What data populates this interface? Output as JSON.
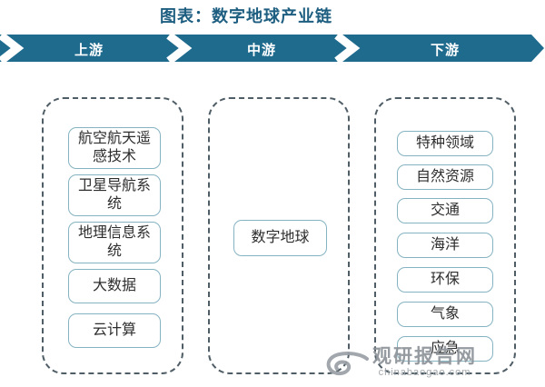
{
  "title": "图表：数字地球产业链",
  "stages": [
    {
      "label": "上游"
    },
    {
      "label": "中游"
    },
    {
      "label": "下游"
    }
  ],
  "chain": {
    "upstream": {
      "items": [
        {
          "label": "航空航天遥\n感技术"
        },
        {
          "label": "卫星导航系\n统"
        },
        {
          "label": "地理信息系\n统"
        },
        {
          "label": "大数据"
        },
        {
          "label": "云计算"
        }
      ]
    },
    "midstream": {
      "items": [
        {
          "label": "数字地球"
        }
      ]
    },
    "downstream": {
      "items": [
        {
          "label": "特种领域"
        },
        {
          "label": "自然资源"
        },
        {
          "label": "交通"
        },
        {
          "label": "海洋"
        },
        {
          "label": "环保"
        },
        {
          "label": "气象"
        },
        {
          "label": "应急"
        }
      ]
    }
  },
  "watermark": {
    "name": "观研报告网",
    "domain": "chinabaogao.com"
  },
  "colors": {
    "band": "#1f6b8e",
    "title": "#1c5d80",
    "box_border": "#86b3c2",
    "dashed_border": "#4f5d66",
    "watermark_gray": "#8d9398"
  }
}
